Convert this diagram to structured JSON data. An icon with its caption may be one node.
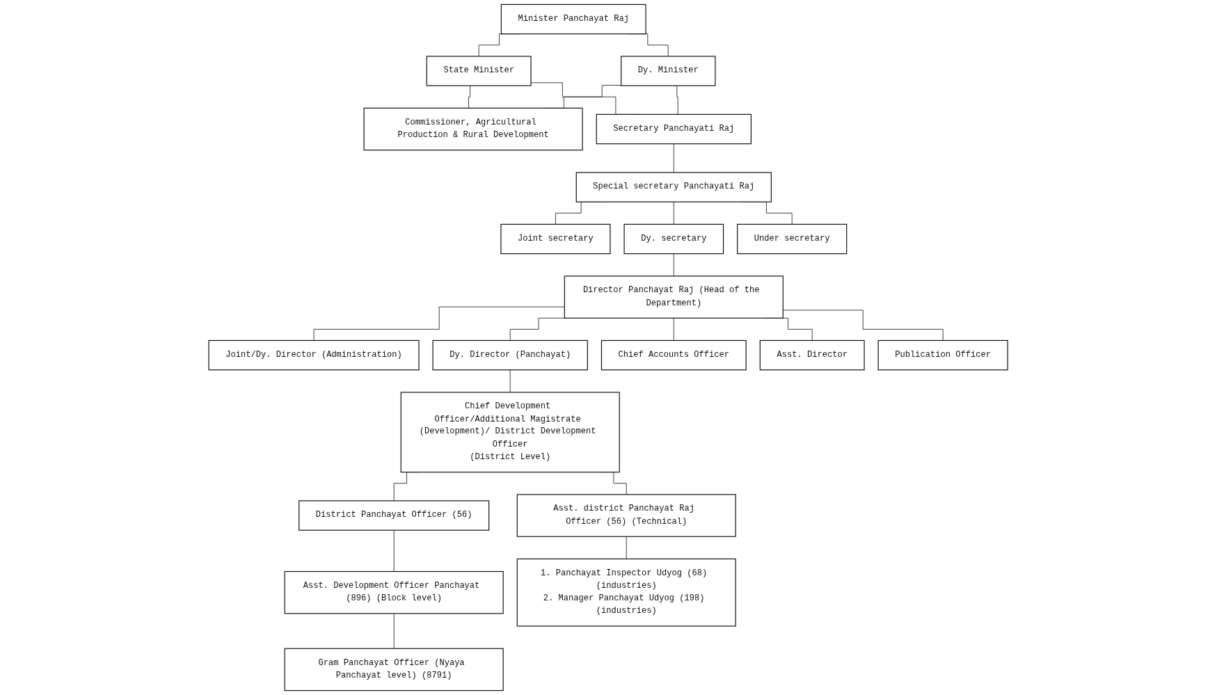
{
  "diagram": {
    "nodes": [
      {
        "text": [
          "Minister Panchayat Raj"
        ]
      },
      {
        "text": [
          "State Minister"
        ]
      },
      {
        "text": [
          "Dy. Minister"
        ]
      },
      {
        "text": [
          "Commissioner, Agricultural Production & Rural Development"
        ]
      },
      {
        "text": [
          "Secretary Panchayati Raj"
        ]
      },
      {
        "text": [
          "Special secretary Panchayati Raj"
        ]
      },
      {
        "text": [
          "Joint secretary"
        ]
      },
      {
        "text": [
          "Dy. secretary"
        ]
      },
      {
        "text": [
          "Under secretary"
        ]
      },
      {
        "text": [
          "Director Panchayat Raj (Head of the Department)"
        ]
      },
      {
        "text": [
          "Joint/Dy. Director (Administration)"
        ]
      },
      {
        "text": [
          "Dy. Director (Panchayat)"
        ]
      },
      {
        "text": [
          "Chief Accounts Officer"
        ]
      },
      {
        "text": [
          "Asst. Director"
        ]
      },
      {
        "text": [
          "Publication Officer"
        ]
      },
      {
        "text": [
          "Chief Development Officer/Additional Magistrate (Development)/ District Development Officer",
          "(District Level)"
        ]
      },
      {
        "text": [
          "District Panchayat Officer (56)"
        ]
      },
      {
        "text": [
          "Asst. district Panchayat Raj Officer (56) (Technical)"
        ]
      },
      {
        "text": [
          "Asst. Development Officer Panchayat (896) (Block level)"
        ]
      },
      {
        "text": [
          "1. Panchayat Inspector Udyog (68) (industries)",
          "2. Manager Panchayat Udyog (198) (industries)"
        ]
      },
      {
        "text": [
          "Gram Panchayat Officer (Nyaya Panchayat level) (8791)"
        ]
      }
    ],
    "edges": [
      {
        "from": 0,
        "to": 1,
        "arrow": "none"
      },
      {
        "from": 0,
        "to": 2,
        "arrow": "none"
      },
      {
        "from": 1,
        "to": 3,
        "arrow": "none"
      },
      {
        "from": 1,
        "to": 4,
        "arrow": "none"
      },
      {
        "from": 2,
        "to": 3,
        "arrow": "none"
      },
      {
        "from": 2,
        "to": 4,
        "arrow": "none"
      },
      {
        "from": 4,
        "to": 5,
        "arrow": "none"
      },
      {
        "from": 5,
        "to": 6,
        "arrow": "none"
      },
      {
        "from": 5,
        "to": 7,
        "arrow": "none"
      },
      {
        "from": 5,
        "to": 8,
        "arrow": "none"
      },
      {
        "from": 7,
        "to": 9,
        "arrow": "none"
      },
      {
        "from": 9,
        "to": 10,
        "arrow": "none"
      },
      {
        "from": 9,
        "to": 11,
        "arrow": "none"
      },
      {
        "from": 9,
        "to": 12,
        "arrow": "none"
      },
      {
        "from": 9,
        "to": 13,
        "arrow": "none"
      },
      {
        "from": 9,
        "to": 14,
        "arrow": "none"
      },
      {
        "from": 11,
        "to": 15,
        "arrow": "none"
      },
      {
        "from": 15,
        "to": 16,
        "arrow": "none"
      },
      {
        "from": 15,
        "to": 17,
        "arrow": "none"
      },
      {
        "from": 16,
        "to": 18,
        "arrow": "none"
      },
      {
        "from": 18,
        "to": 20,
        "arrow": "none"
      },
      {
        "from": 17,
        "to": 19,
        "arrow": "none"
      }
    ]
  }
}
